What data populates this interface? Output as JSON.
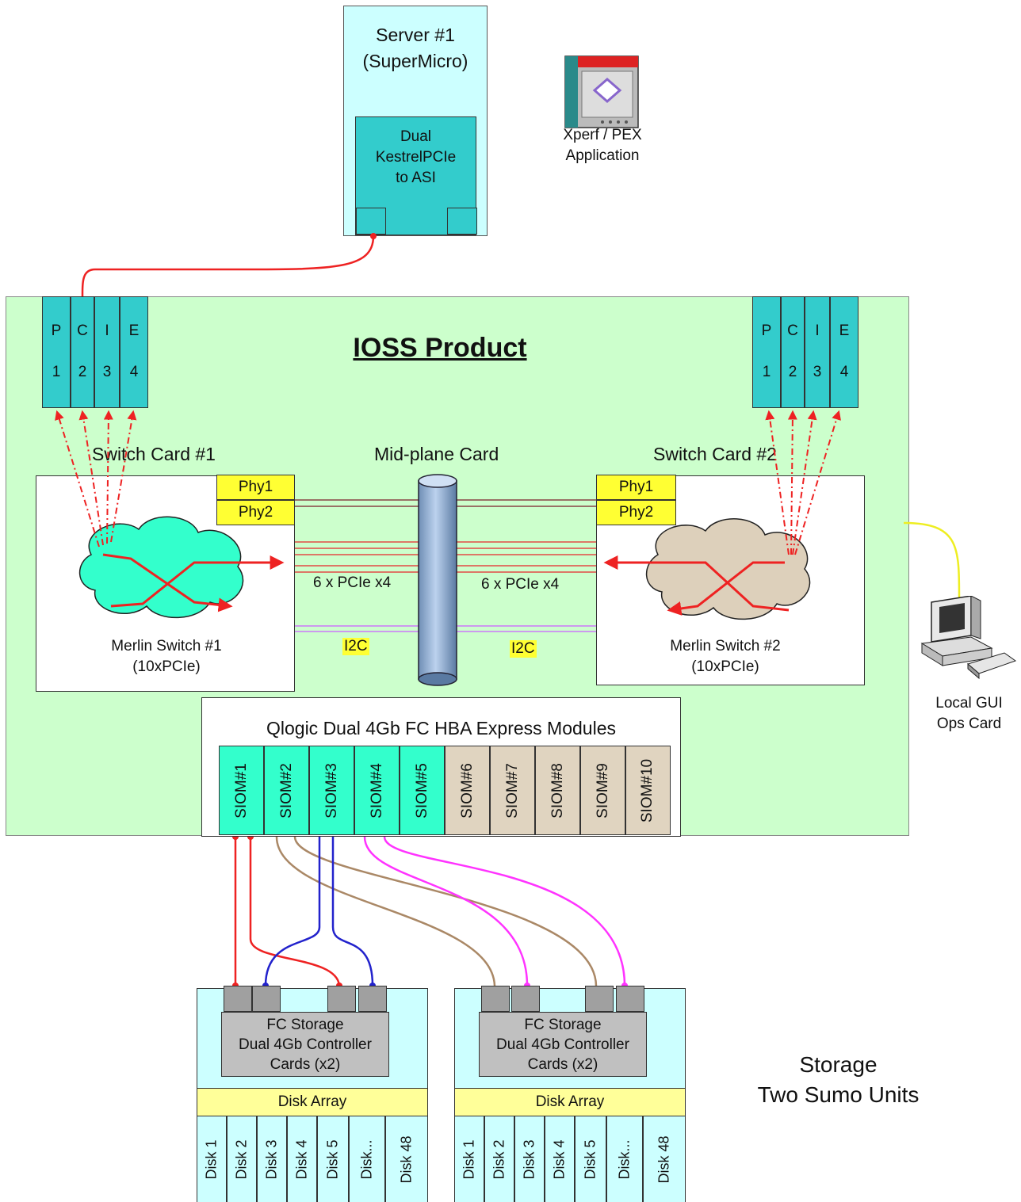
{
  "server": {
    "title": "Server #1\n(SuperMicro)",
    "adapter": "Dual\nKestrelPCIe\nto ASI"
  },
  "xperf": {
    "label": "Xperf / PEX\nApplication",
    "icon": "application-window-icon"
  },
  "ioss": {
    "title": "IOSS Product"
  },
  "pcie_slots": [
    "P\n\n1",
    "C\n\n2",
    "I\n\n3",
    "E\n\n4"
  ],
  "switch1": {
    "label": "Switch Card #1",
    "phy1": "Phy1",
    "phy2": "Phy2",
    "merlin": "Merlin Switch #1\n(10xPCIe)"
  },
  "switch2": {
    "label": "Switch Card #2",
    "phy1": "Phy1",
    "phy2": "Phy2",
    "merlin": "Merlin Switch #2\n(10xPCIe)"
  },
  "midplane": {
    "label": "Mid-plane Card",
    "left_link": "6 x PCIe x4",
    "right_link": "6 x PCIe x4",
    "i2c_left": "I2C",
    "i2c_right": "I2C"
  },
  "hba": {
    "title": "Qlogic Dual 4Gb FC HBA Express Modules",
    "modules": [
      "SIOM#1",
      "SIOM#2",
      "SIOM#3",
      "SIOM#4",
      "SIOM#5",
      "SIOM#6",
      "SIOM#7",
      "SIOM#8",
      "SIOM#9",
      "SIOM#10"
    ]
  },
  "gui": {
    "label": "Local GUI\nOps Card",
    "icon": "desktop-computer-icon"
  },
  "storage": {
    "label": "Storage\nTwo Sumo Units",
    "units": [
      {
        "controller": "FC Storage\nDual 4Gb Controller\nCards (x2)",
        "array": "Disk Array",
        "disks": [
          "Disk 1",
          "Disk 2",
          "Disk 3",
          "Disk 4",
          "Disk 5",
          "Disk...",
          "Disk 48"
        ]
      },
      {
        "controller": "FC Storage\nDual 4Gb Controller\nCards (x2)",
        "array": "Disk Array",
        "disks": [
          "Disk 1",
          "Disk 2",
          "Disk 3",
          "Disk 4",
          "Disk 5",
          "Disk...",
          "Disk 48"
        ]
      }
    ]
  },
  "colors": {
    "teal": "#33cccc",
    "light_cyan": "#ccffff",
    "light_green": "#ccffcc",
    "yellow": "#ffff33",
    "red_link": "#ee2222",
    "blue_link": "#2222cc",
    "magenta_link": "#ff33ff",
    "brown_link": "#aa8866",
    "tan_module": "#e0d4c0"
  }
}
